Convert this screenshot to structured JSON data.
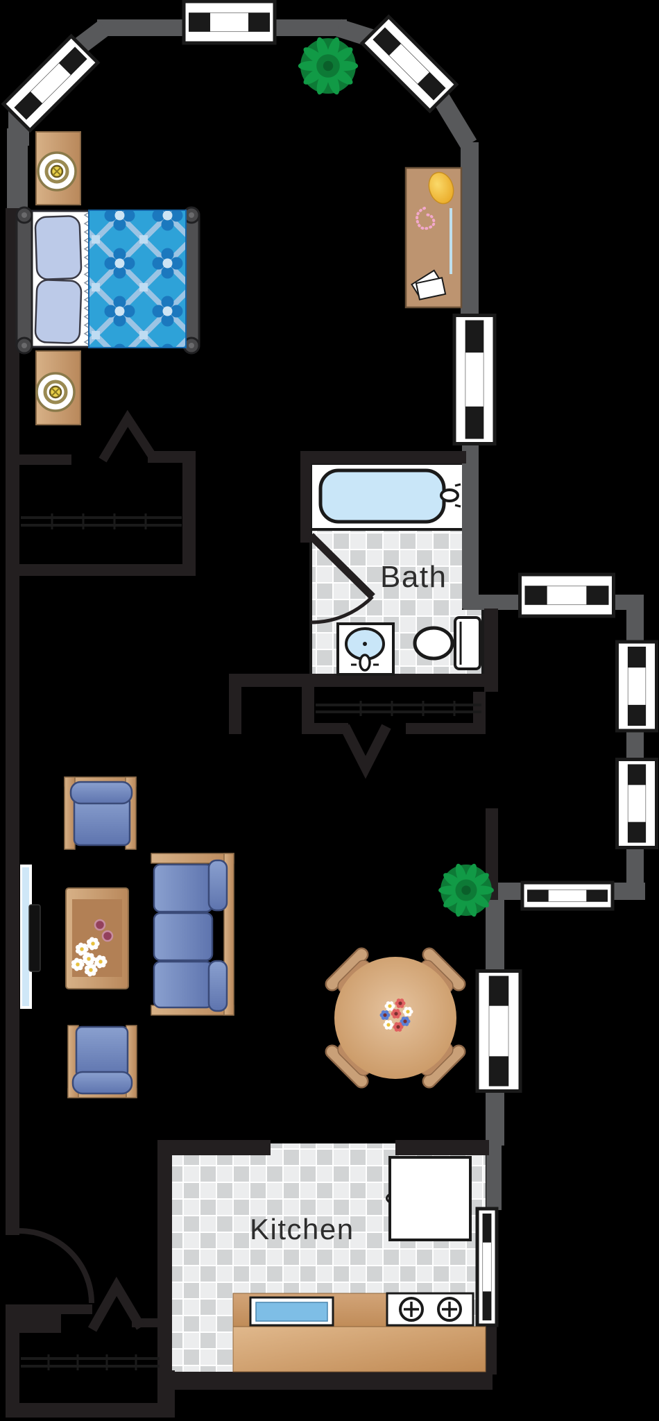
{
  "document": {
    "type": "apartment-floor-plan",
    "background": "#000000"
  },
  "labels": {
    "bath": "Bath",
    "kitchen": "Kitchen"
  },
  "palette": {
    "wall_gray": "#58595B",
    "wall_black": "#231F20",
    "outline_ink": "#1A1A1A",
    "tile_gray": "#D2D4D5",
    "tile_light": "#ECEDEE",
    "grout_white": "#FFFFFF",
    "bath_water_blue": "#C9E6F8",
    "kitchen_sink_blue": "#7EBEE6",
    "wood_tan": "#C49A6C",
    "wood_dark": "#A67C4E",
    "counter_tan": "#D2A478",
    "cushion_blue": "#7289BF",
    "pillow_blue": "#BCCAE8",
    "duvet_blue": "#2EA2D8",
    "duvet_dark": "#1B78BE",
    "duvet_light": "#A9CBE8",
    "plant_green": "#119A46",
    "accent_gold": "#EFBE3F",
    "accent_pink": "#F2A8CC",
    "cup_maroon": "#93405C",
    "label_text": "#2D2D2D"
  },
  "rooms": [
    "bedroom",
    "bath",
    "living-room",
    "dining-area",
    "kitchen",
    "entry",
    "closets"
  ],
  "fixtures": [
    "double-bed",
    "pillows",
    "patterned-duvet",
    "nightstand-upper",
    "nightstand-lower",
    "table-lamp-upper",
    "table-lamp-lower",
    "vanity-desk",
    "potted-plant-top",
    "bathtub",
    "bathroom-sink",
    "toilet",
    "bath-door",
    "closet-rods",
    "armchair-upper",
    "armchair-lower",
    "sofa",
    "coffee-table",
    "wall-tv",
    "dining-table",
    "dining-chairs",
    "flower-centerpiece",
    "potted-plant-right",
    "refrigerator",
    "kitchen-sink",
    "stove-cooktop",
    "kitchen-counter",
    "entry-door-arc",
    "door-chevrons",
    "windows"
  ]
}
